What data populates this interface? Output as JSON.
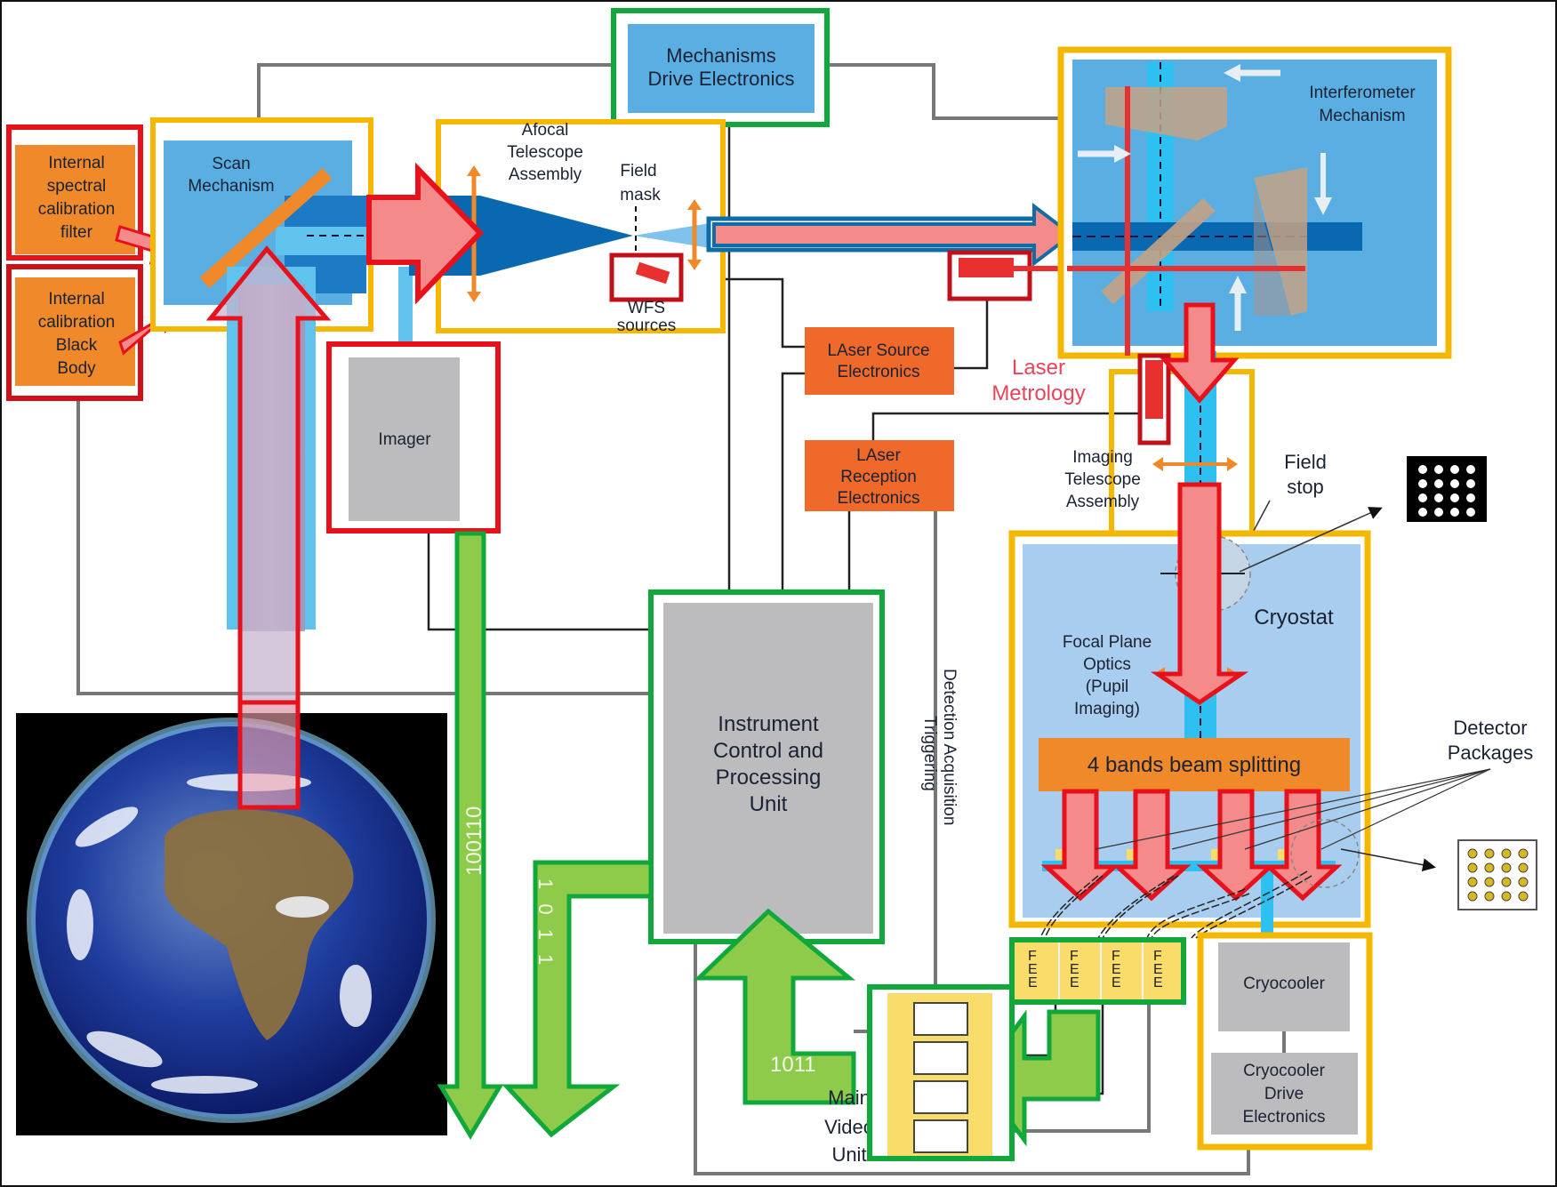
{
  "diagram": {
    "title": "FTS instrument functional block diagram",
    "colors": {
      "subsystem_border_yellow": "#f5b800",
      "electronics_border_green": "#10a83a",
      "calibration_border_red": "#e8101a",
      "blue_block": "#5aaee2",
      "orange_block": "#f0892a",
      "orange_electronics": "#ef6a2a",
      "grey_block": "#bcbcbe",
      "data_arrow_green": "#8ecb4a",
      "optical_arrow_pink": "#f48a8a",
      "beam_dark_blue": "#0a68b0",
      "beam_light_blue": "#39b8ea",
      "cryostat_bg": "#a9cdee",
      "fee_yellow": "#f9dc6a"
    },
    "blocks": {
      "cal_filter": "Internal spectral calibration filter",
      "cal_filter_lines": [
        "Internal",
        "spectral",
        "calibration",
        "filter"
      ],
      "cal_bb_lines": [
        "Internal",
        "calibration",
        "Black",
        "Body"
      ],
      "scan_lines": [
        "Scan",
        "Mechanism"
      ],
      "mde_lines": [
        "Mechanisms",
        "Drive Electronics"
      ],
      "afocal_lines": [
        "Afocal",
        "Telescope",
        "Assembly"
      ],
      "field_mask_lines": [
        "Field",
        "mask"
      ],
      "wfs_lines": [
        "WFS",
        "sources"
      ],
      "interferometer_lines": [
        "Interferometer",
        "Mechanism"
      ],
      "imager": "Imager",
      "lse_lines": [
        "LAser Source",
        "Electronics"
      ],
      "lre_lines": [
        "LAser",
        "Reception",
        "Electronics"
      ],
      "laser_metrology_lines": [
        "Laser",
        "Metrology"
      ],
      "ita_lines": [
        "Imaging",
        "Telescope",
        "Assembly"
      ],
      "field_stop_lines": [
        "Field",
        "stop"
      ],
      "cryostat": "Cryostat",
      "fpo_lines": [
        "Focal Plane",
        "Optics",
        "(Pupil",
        "Imaging)"
      ],
      "beam_split": "4 bands beam splitting",
      "detector_pkg_lines": [
        "Detector",
        "Packages"
      ],
      "icpu_lines": [
        "Instrument",
        "Control and",
        "Processing",
        "Unit"
      ],
      "trigger_lines": [
        "Detection Acquisition",
        "Triggering"
      ],
      "fee_label": "FEE",
      "fee_count": 4,
      "video_lines": [
        "Main",
        "Video",
        "Unit"
      ],
      "cryocooler": "Cryocooler",
      "ccde_lines": [
        "Cryocooler",
        "Drive",
        "Electronics"
      ]
    },
    "data_labels": {
      "imager_stream": "100110",
      "icpu_out_stream": "1 0 1 1",
      "video_stream": "1011"
    },
    "video_channels": 4
  }
}
